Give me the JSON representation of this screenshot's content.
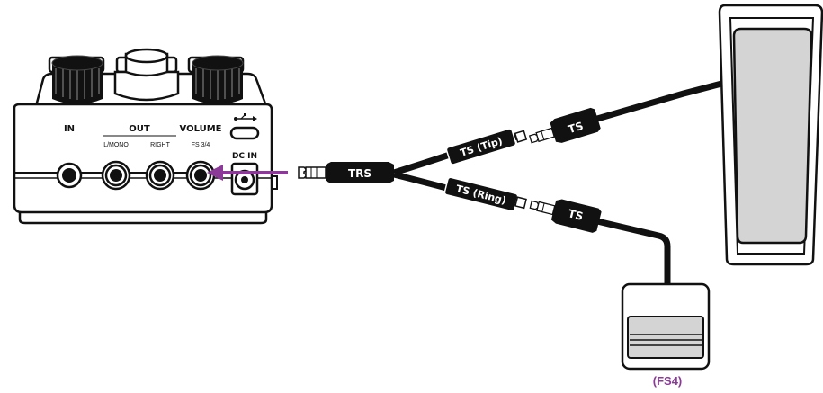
{
  "pedal": {
    "labels": {
      "in": "IN",
      "out": "OUT",
      "volume": "VOLUME",
      "lmono": "L/MONO",
      "right": "RIGHT",
      "fs34": "FS 3/4",
      "dcin": "DC IN"
    },
    "usb_icon": "usb-icon"
  },
  "cables": {
    "trs": "TRS",
    "ts_tip": "TS (Tip)",
    "ts_ring": "TS (Ring)",
    "ts_upper": "TS",
    "ts_lower": "TS"
  },
  "footswitch": {
    "label": "(FS4)"
  },
  "colors": {
    "arrow": "#8b3a97",
    "fs_label": "#8b3a97",
    "cable": "#111111"
  }
}
